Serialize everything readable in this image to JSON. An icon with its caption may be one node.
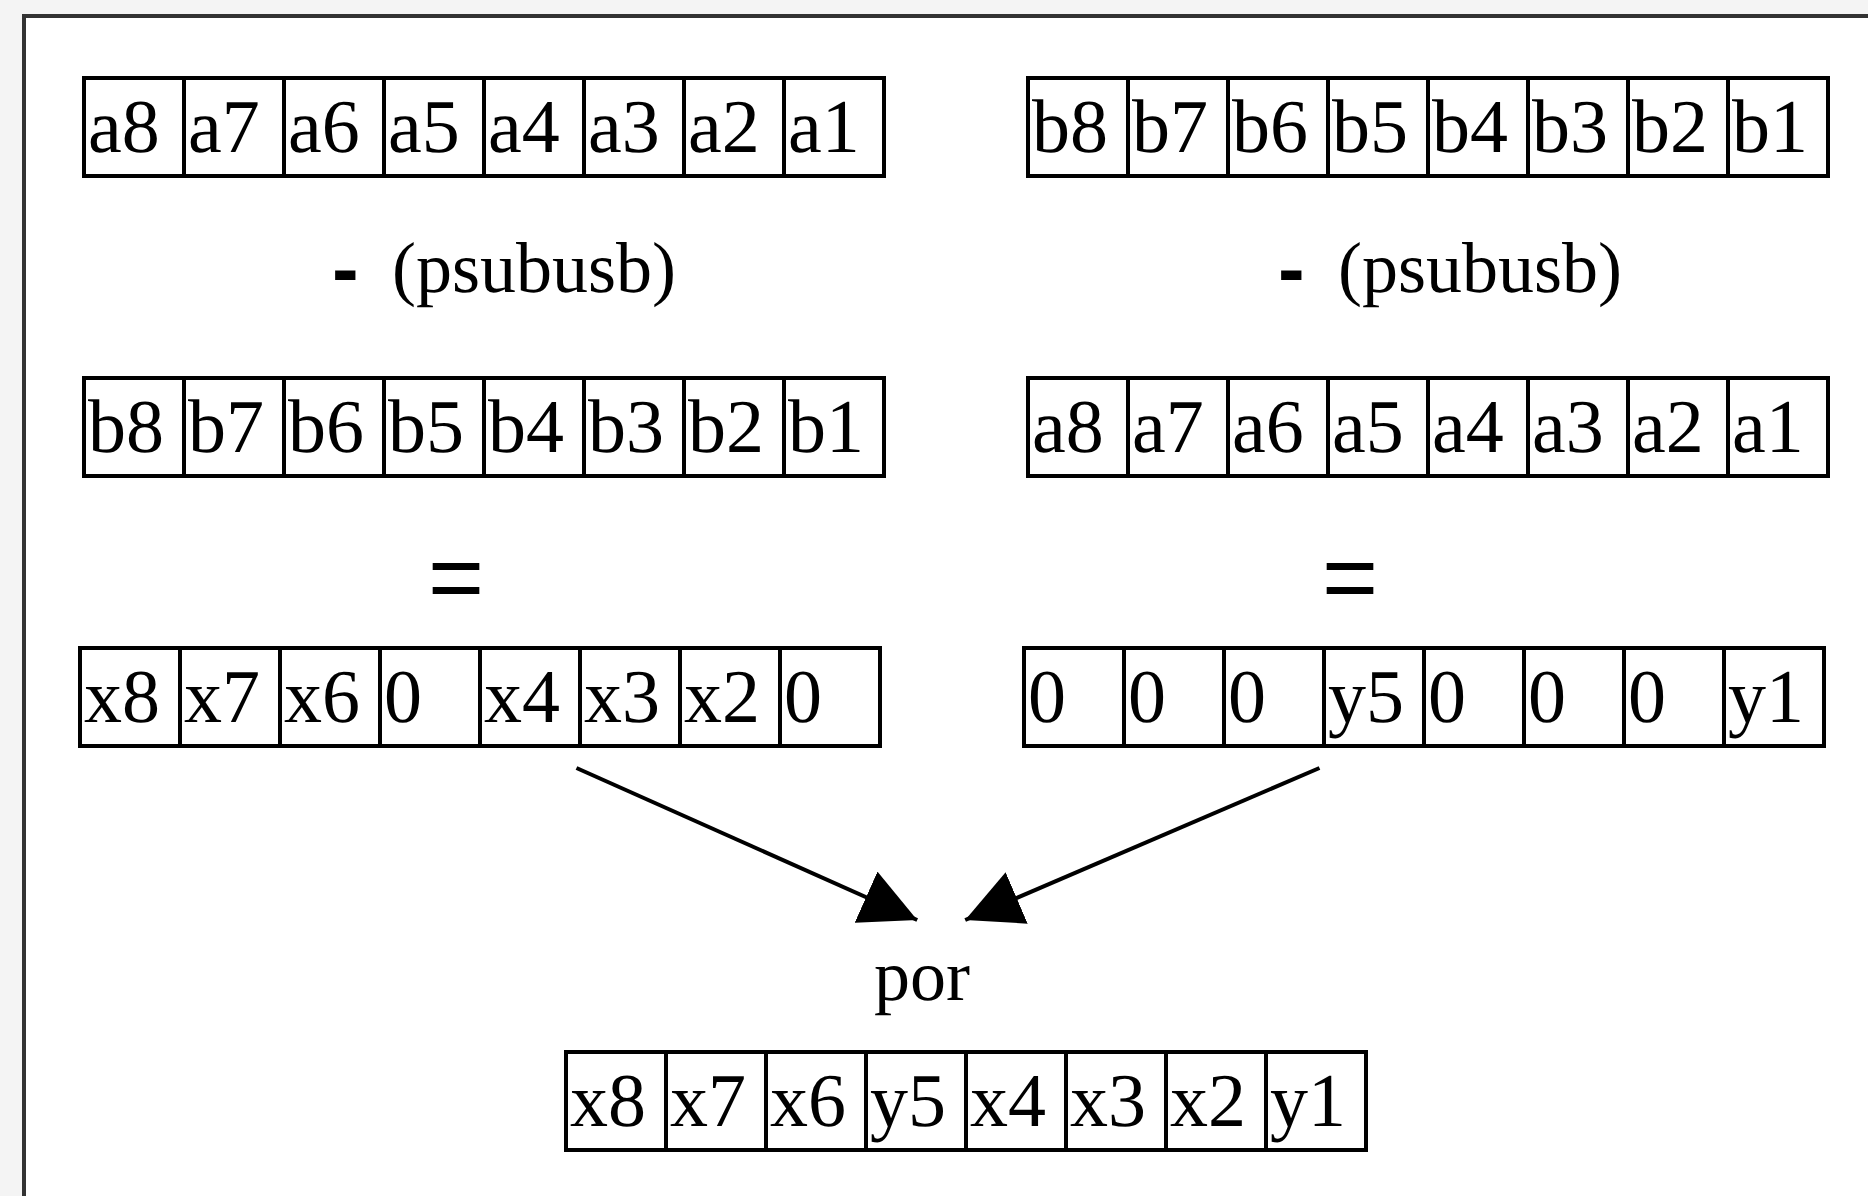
{
  "diagram": {
    "nodes": [
      {
        "text": [
          "a8",
          "a7",
          "a6",
          "a5",
          "a4",
          "a3",
          "a2",
          "a1"
        ]
      },
      {
        "text": [
          "b8",
          "b7",
          "b6",
          "b5",
          "b4",
          "b3",
          "b2",
          "b1"
        ]
      },
      {
        "text": [
          "b8",
          "b7",
          "b6",
          "b5",
          "b4",
          "b3",
          "b2",
          "b1"
        ]
      },
      {
        "text": [
          "a8",
          "a7",
          "a6",
          "a5",
          "a4",
          "a3",
          "a2",
          "a1"
        ]
      },
      {
        "text": [
          "x8",
          "x7",
          "x6",
          "0",
          "x4",
          "x3",
          "x2",
          "0"
        ]
      },
      {
        "text": [
          "0",
          "0",
          "0",
          "y5",
          "0",
          "0",
          "0",
          "y1"
        ]
      },
      {
        "text": [
          "por"
        ]
      },
      {
        "text": [
          "x8",
          "x7",
          "x6",
          "y5",
          "x4",
          "x3",
          "x2",
          "y1"
        ]
      }
    ],
    "edges": [
      {
        "from": 4,
        "to": 6,
        "arrow": "to"
      },
      {
        "from": 5,
        "to": 6,
        "arrow": "to"
      }
    ],
    "labels": [
      "-",
      "(psubusb)",
      "-",
      "(psubusb)",
      "=",
      "="
    ]
  }
}
